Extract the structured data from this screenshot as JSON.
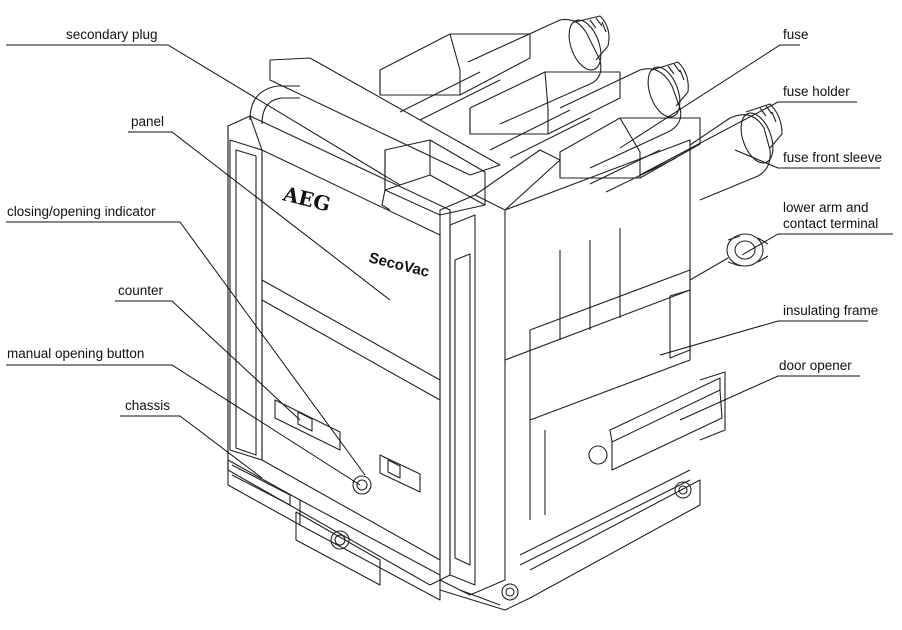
{
  "labels": {
    "secondary_plug": "secondary plug",
    "panel": "panel",
    "closing_opening_indicator": "closing/opening indicator",
    "counter": "counter",
    "manual_opening_button": "manual opening button",
    "chassis": "chassis",
    "fuse": "fuse",
    "fuse_holder": "fuse holder",
    "fuse_front_sleeve": "fuse front sleeve",
    "lower_arm_line1": "lower arm and",
    "lower_arm_line2": "contact terminal",
    "insulating_frame": "insulating frame",
    "door_opener": "door opener"
  },
  "device_marks": {
    "brand": "AEG",
    "model": "SecoVac"
  }
}
